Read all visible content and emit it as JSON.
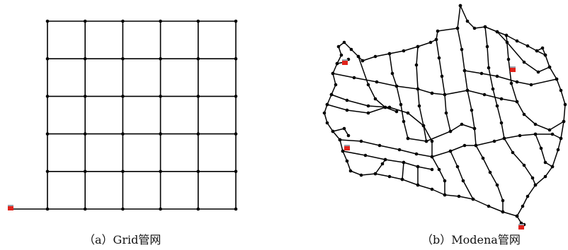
{
  "panels": [
    {
      "id": "a",
      "caption": "（a）Grid管网",
      "network": "grid",
      "rows": 6,
      "cols": 6
    },
    {
      "id": "b",
      "caption": "（b）Modena管网",
      "network": "modena",
      "reservoirs": 4
    }
  ],
  "colors": {
    "pipe": "#000000",
    "node": "#000000",
    "reservoir": "#e0231b",
    "background": "#ffffff"
  }
}
